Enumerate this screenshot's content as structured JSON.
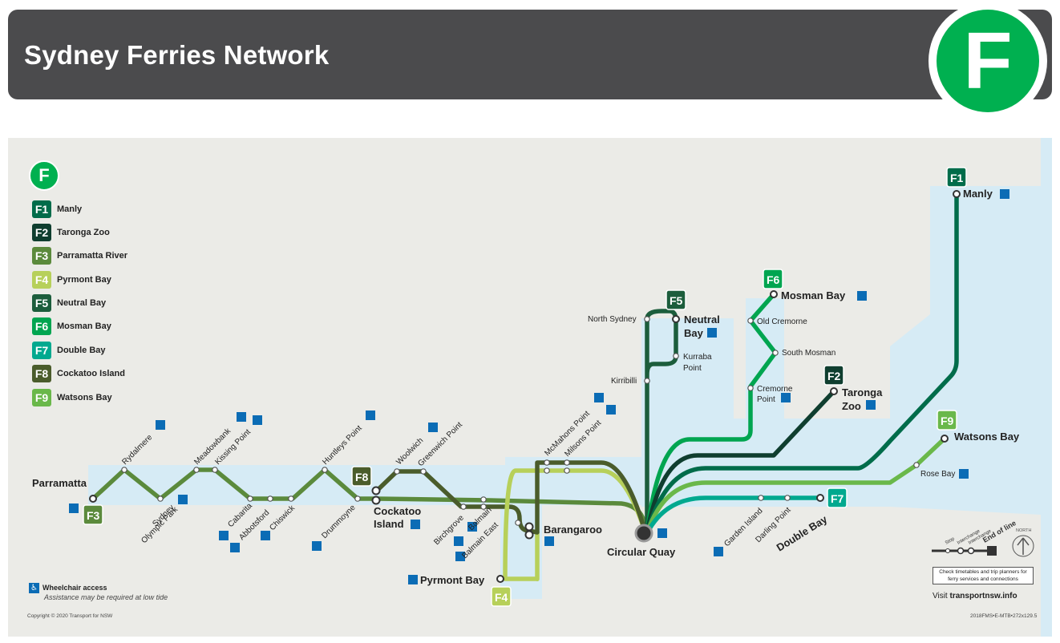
{
  "header": {
    "title": "Sydney Ferries Network",
    "brand_letter": "F"
  },
  "legend": {
    "logo_letter": "F",
    "routes": [
      {
        "code": "F1",
        "name": "Manly",
        "color": "#006c4a"
      },
      {
        "code": "F2",
        "name": "Taronga Zoo",
        "color": "#0f3e2f"
      },
      {
        "code": "F3",
        "name": "Parramatta River",
        "color": "#5b8a3c"
      },
      {
        "code": "F4",
        "name": "Pyrmont Bay",
        "color": "#b7d05a"
      },
      {
        "code": "F5",
        "name": "Neutral Bay",
        "color": "#1c5d3c"
      },
      {
        "code": "F6",
        "name": "Mosman Bay",
        "color": "#00a550"
      },
      {
        "code": "F7",
        "name": "Double Bay",
        "color": "#00a98f"
      },
      {
        "code": "F8",
        "name": "Cockatoo Island",
        "color": "#4a5c2b"
      },
      {
        "code": "F9",
        "name": "Watsons Bay",
        "color": "#6ab84a"
      }
    ]
  },
  "wheelchair_legend": {
    "title": "Wheelchair access",
    "note": "Assistance may be required at low tide"
  },
  "stops": {
    "parramatta": "Parramatta",
    "rydalmere": "Rydalmere",
    "sydney_olympic_park_1": "Sydney",
    "sydney_olympic_park_2": "Olympic Park",
    "meadowbank": "Meadowbank",
    "kissing_point": "Kissing Point",
    "cabarita": "Cabarita",
    "abbotsford": "Abbotsford",
    "chiswick": "Chiswick",
    "huntleys_point": "Huntleys Point",
    "drummoyne": "Drummoyne",
    "cockatoo_island_1": "Cockatoo",
    "cockatoo_island_2": "Island",
    "woolwich": "Woolwich",
    "greenwich_point": "Greenwich Point",
    "birchgrove": "Birchgrove",
    "balmain": "Balmain",
    "balmain_east": "Balmain East",
    "mcmahons_point": "McMahons Point",
    "milsons_point": "Milsons Point",
    "barangaroo": "Barangaroo",
    "pyrmont_bay": "Pyrmont Bay",
    "circular_quay": "Circular Quay",
    "north_sydney": "North Sydney",
    "kirribilli": "Kirribilli",
    "neutral_bay_1": "Neutral",
    "neutral_bay_2": "Bay",
    "kurraba_point_1": "Kurraba",
    "kurraba_point_2": "Point",
    "mosman_bay": "Mosman Bay",
    "old_cremorne": "Old Cremorne",
    "south_mosman": "South Mosman",
    "cremorne_point_1": "Cremorne",
    "cremorne_point_2": "Point",
    "taronga_zoo_1": "Taronga",
    "taronga_zoo_2": "Zoo",
    "manly": "Manly",
    "watsons_bay": "Watsons Bay",
    "rose_bay": "Rose Bay",
    "garden_island": "Garden Island",
    "darling_point": "Darling Point",
    "double_bay": "Double Bay"
  },
  "key": {
    "stop": "Stop",
    "interchange_1": "Interchange",
    "interchange_2": "Interchange",
    "end_of_line": "End of line",
    "north": "NORTH"
  },
  "footer": {
    "tip": "Check timetables and trip planners for ferry services and connections",
    "visit_prefix": "Visit",
    "visit_url": "transportnsw.info",
    "copyright": "Copyright © 2020 Transport for NSW",
    "code": "2018FMS•E-MTB•272x129.5"
  }
}
